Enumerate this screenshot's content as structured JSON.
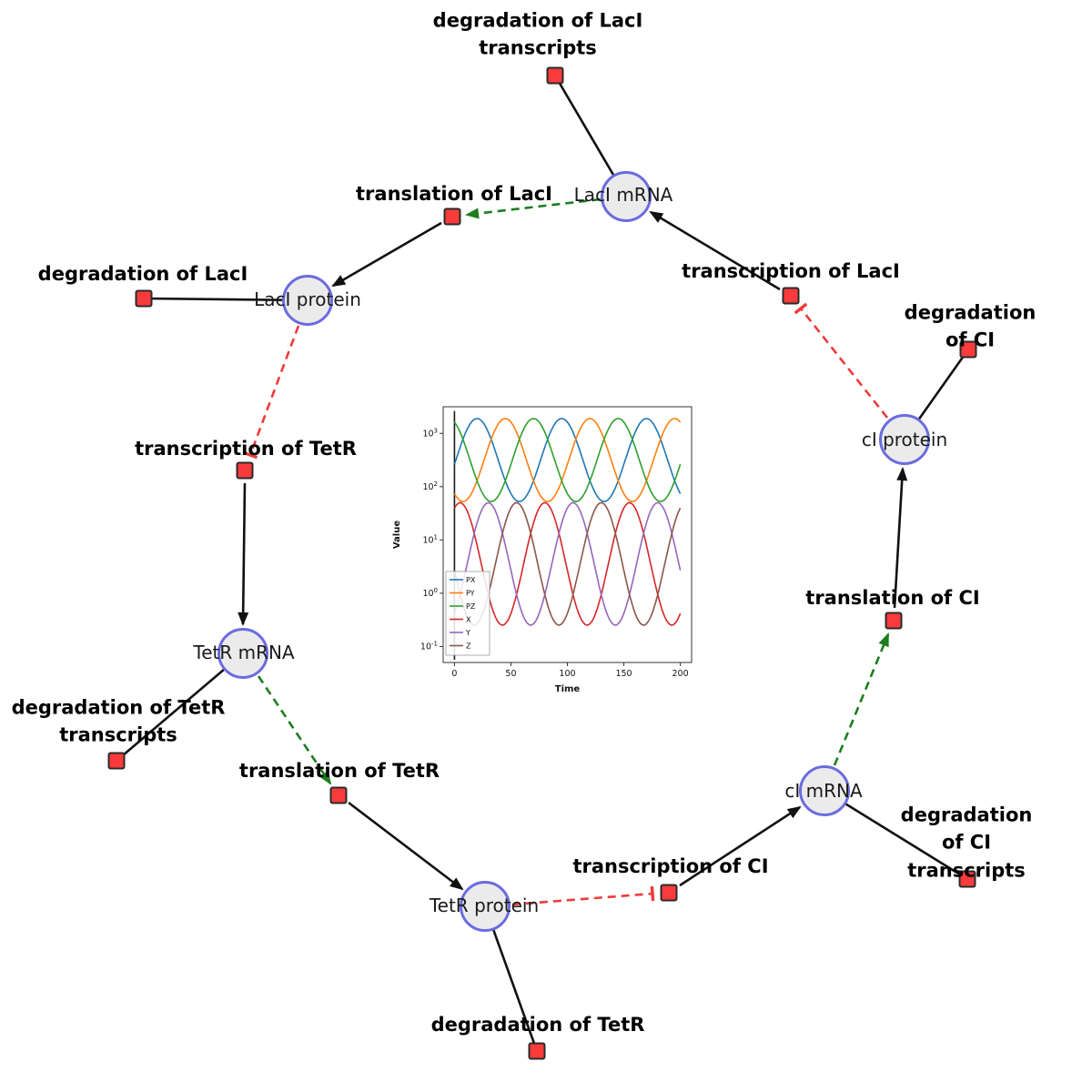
{
  "diagram": {
    "species": [
      {
        "id": "laci-mrna",
        "label": "LacI mRNA"
      },
      {
        "id": "laci-protein",
        "label": "LacI protein"
      },
      {
        "id": "tetr-mrna",
        "label": "TetR mRNA"
      },
      {
        "id": "tetr-protein",
        "label": "TetR protein"
      },
      {
        "id": "ci-mrna",
        "label": "cI mRNA"
      },
      {
        "id": "ci-protein",
        "label": "cI protein"
      }
    ],
    "reactions": [
      {
        "id": "deg-laci-tx",
        "label": "degradation of LacI\ntranscripts"
      },
      {
        "id": "transl-laci",
        "label": "translation of LacI"
      },
      {
        "id": "txn-laci",
        "label": "transcription of LacI"
      },
      {
        "id": "deg-laci",
        "label": "degradation of LacI"
      },
      {
        "id": "deg-ci",
        "label": "degradation of CI"
      },
      {
        "id": "txn-tetr",
        "label": "transcription of TetR"
      },
      {
        "id": "transl-ci",
        "label": "translation of CI"
      },
      {
        "id": "deg-tetr-tx",
        "label": "degradation of TetR\ntranscripts"
      },
      {
        "id": "transl-tetr",
        "label": "translation of TetR"
      },
      {
        "id": "txn-ci",
        "label": "transcription of CI"
      },
      {
        "id": "deg-ci-tx",
        "label": "degradation of CI\ntranscripts"
      },
      {
        "id": "deg-tetr",
        "label": "degradation of TetR"
      }
    ],
    "edges": [
      {
        "from": "laci-mrna",
        "to": "deg-laci-tx",
        "type": "consumption"
      },
      {
        "from": "laci-mrna",
        "to": "transl-laci",
        "type": "modifier"
      },
      {
        "from": "transl-laci",
        "to": "laci-protein",
        "type": "production"
      },
      {
        "from": "txn-laci",
        "to": "laci-mrna",
        "type": "production"
      },
      {
        "from": "ci-protein",
        "to": "txn-laci",
        "type": "inhibition"
      },
      {
        "from": "laci-protein",
        "to": "deg-laci",
        "type": "consumption"
      },
      {
        "from": "laci-protein",
        "to": "txn-tetr",
        "type": "inhibition"
      },
      {
        "from": "txn-tetr",
        "to": "tetr-mrna",
        "type": "production"
      },
      {
        "from": "tetr-mrna",
        "to": "deg-tetr-tx",
        "type": "consumption"
      },
      {
        "from": "tetr-mrna",
        "to": "transl-tetr",
        "type": "modifier"
      },
      {
        "from": "transl-tetr",
        "to": "tetr-protein",
        "type": "production"
      },
      {
        "from": "tetr-protein",
        "to": "deg-tetr",
        "type": "consumption"
      },
      {
        "from": "tetr-protein",
        "to": "txn-ci",
        "type": "inhibition"
      },
      {
        "from": "txn-ci",
        "to": "ci-mrna",
        "type": "production"
      },
      {
        "from": "ci-mrna",
        "to": "deg-ci-tx",
        "type": "consumption"
      },
      {
        "from": "ci-mrna",
        "to": "transl-ci",
        "type": "modifier"
      },
      {
        "from": "transl-ci",
        "to": "ci-protein",
        "type": "production"
      },
      {
        "from": "ci-protein",
        "to": "deg-ci",
        "type": "consumption"
      }
    ],
    "colors": {
      "edge": "#111111",
      "modifier": "#1e7d1e",
      "inhibition": "#ef3b3b",
      "species_fill": "#ebebeb",
      "species_border": "#6b6be0",
      "reaction_fill": "#fa3b3b",
      "reaction_border": "#2a2a2a"
    }
  },
  "chart_data": {
    "type": "line",
    "title": "",
    "xlabel": "Time",
    "ylabel": "Value",
    "y_scale": "log",
    "xlim": [
      -10,
      210
    ],
    "ylim_log10": [
      -1.3,
      3.5
    ],
    "x_ticks": [
      0,
      50,
      100,
      150,
      200
    ],
    "y_tick_exponents": [
      -1,
      0,
      1,
      2,
      3
    ],
    "legend_position": "lower-left",
    "grid": false,
    "series": [
      {
        "name": "PX",
        "color": "#1f77b4",
        "base_log10": 2.5,
        "amp_log10": 0.78,
        "period": 75,
        "peak_t": 95
      },
      {
        "name": "PY",
        "color": "#ff7f0e",
        "base_log10": 2.5,
        "amp_log10": 0.78,
        "period": 75,
        "peak_t": 45
      },
      {
        "name": "PZ",
        "color": "#2ca02c",
        "base_log10": 2.5,
        "amp_log10": 0.78,
        "period": 75,
        "peak_t": 70
      },
      {
        "name": "X",
        "color": "#d62728",
        "base_log10": 0.55,
        "amp_log10": 1.15,
        "period": 75,
        "peak_t": 80
      },
      {
        "name": "Y",
        "color": "#9467bd",
        "base_log10": 0.55,
        "amp_log10": 1.15,
        "period": 75,
        "peak_t": 30
      },
      {
        "name": "Z",
        "color": "#8c564b",
        "base_log10": 0.55,
        "amp_log10": 1.15,
        "period": 75,
        "peak_t": 55
      }
    ],
    "initial_line": {
      "t": 0,
      "from_log10": -1.25,
      "to_log10": 3.42,
      "color": "#1a1a1a"
    }
  }
}
